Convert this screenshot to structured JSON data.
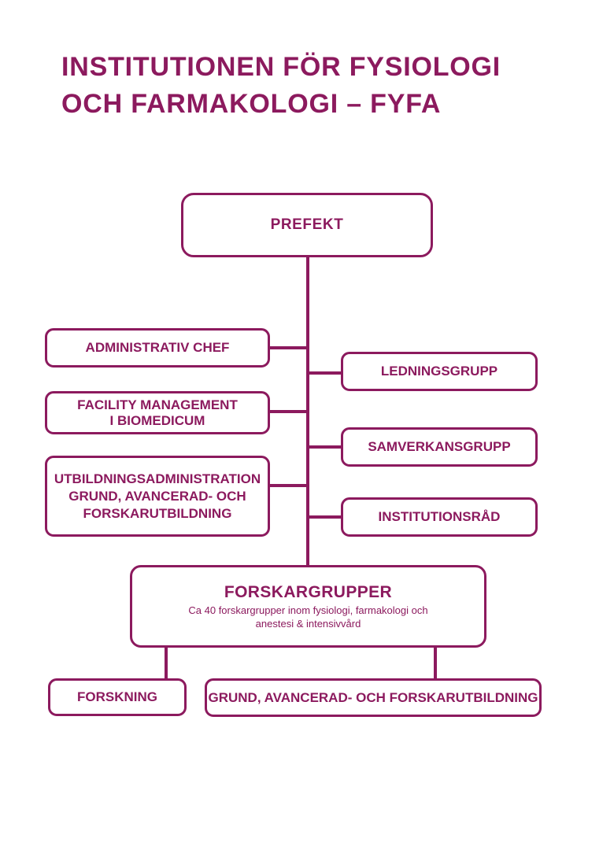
{
  "colors": {
    "plum": "#8C1A5E",
    "background": "#FFFFFF"
  },
  "title": {
    "line1": "INSTITUTIONEN FÖR FYSIOLOGI",
    "line2": "OCH FARMAKOLOGI – FYFA"
  },
  "org": {
    "root": {
      "label": "PREFEKT"
    },
    "staff_left": [
      {
        "lines": [
          "ADMINISTRATIV CHEF"
        ]
      },
      {
        "lines": [
          "FACILITY MANAGEMENT",
          "I BIOMEDICUM"
        ]
      },
      {
        "lines": [
          "UTBILDNINGSADMINISTRATION",
          "GRUND, AVANCERAD- OCH",
          "FORSKARUTBILDNING"
        ]
      }
    ],
    "staff_right": [
      {
        "lines": [
          "LEDNINGSGRUPP"
        ]
      },
      {
        "lines": [
          "SAMVERKANSGRUPP"
        ]
      },
      {
        "lines": [
          "INSTITUTIONSRÅD"
        ]
      }
    ],
    "research_groups": {
      "label": "FORSKARGRUPPER",
      "description_line1": "Ca 40 forskargrupper inom fysiologi, farmakologi och",
      "description_line2": "anestesi & intensivvård"
    },
    "outputs": [
      {
        "label": "FORSKNING"
      },
      {
        "label": "GRUND, AVANCERAD- OCH FORSKARUTBILDNING"
      }
    ]
  }
}
